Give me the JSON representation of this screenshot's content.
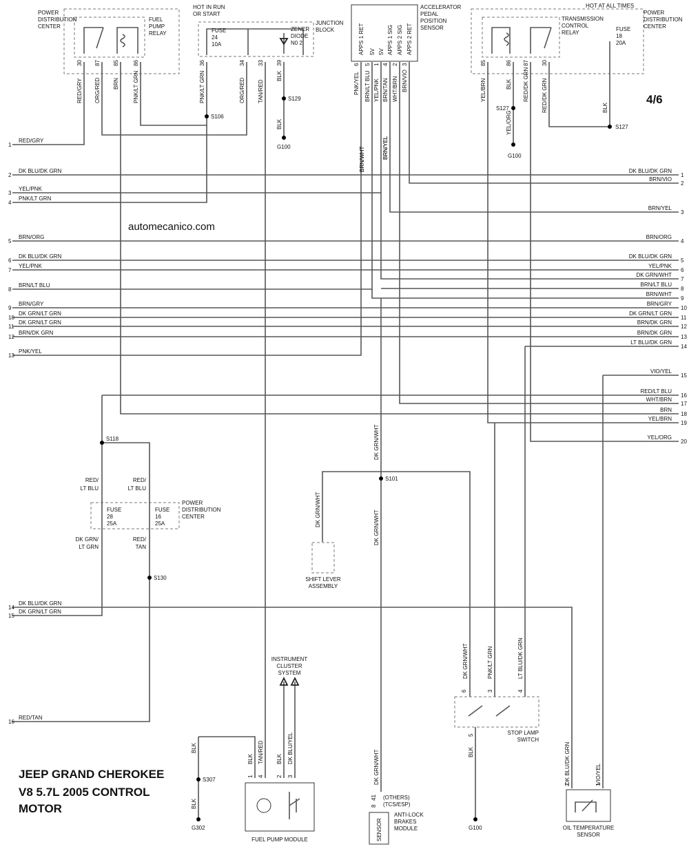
{
  "page_number": "4/6",
  "watermark": "automecanico.com",
  "title_lines": [
    "JEEP GRAND CHEROKEE",
    "V8 5.7L 2005 CONTROL",
    "MOTOR"
  ],
  "components": {
    "pdc_left": [
      "POWER",
      "DISTRIBUTION",
      "CENTER"
    ],
    "fuel_pump_relay": [
      "FUEL",
      "PUMP",
      "RELAY"
    ],
    "hot_run_start": [
      "HOT IN RUN",
      "OR START"
    ],
    "fuse24": [
      "FUSE",
      "24",
      "10A"
    ],
    "zener": [
      "ZENER",
      "DIODE",
      "N0 2"
    ],
    "junction_block": [
      "JUNCTION",
      "BLOCK"
    ],
    "apps": [
      "ACCELERATOR",
      "PEDAL",
      "POSITION",
      "SENSOR"
    ],
    "hot_all_times": "HOT AT ALL TIMES",
    "pdc_right": [
      "POWER",
      "DISTRIBUTION",
      "CENTER"
    ],
    "tcr": [
      "TRANSMISSION",
      "CONTROL",
      "RELAY"
    ],
    "fuse18": [
      "FUSE",
      "18",
      "20A"
    ],
    "fuse28": [
      "FUSE",
      "28",
      "25A"
    ],
    "fuse16": [
      "FUSE",
      "16",
      "25A"
    ],
    "pdc_mid": [
      "POWER",
      "DISTRIBUTION",
      "CENTER"
    ],
    "shift_lever": [
      "SHIFT LEVER",
      "ASSEMBLY"
    ],
    "instrument_cluster": [
      "INSTRUMENT",
      "CLUSTER",
      "SYSTEM"
    ],
    "fuel_pump_module": "FUEL PUMP MODULE",
    "abs": [
      "ANTI-LOCK",
      "BRAKES",
      "MODULE"
    ],
    "abs_pins": [
      "(OTHERS)",
      "(TCS/ESP)"
    ],
    "sensor": "SENSOR",
    "stop_lamp": [
      "STOP LAMP",
      "SWITCH"
    ],
    "oil_temp": [
      "OIL TEMPERATURE",
      "SENSOR"
    ],
    "apps_pins": [
      "APPS 1 RET",
      "5V",
      "5V",
      "APPS 1 SIG",
      "APPS 2 SIG",
      "APPS 2 RET"
    ]
  },
  "splices": [
    "S106",
    "S129",
    "S127",
    "S127",
    "S118",
    "S101",
    "S130",
    "S307"
  ],
  "grounds": [
    "G100",
    "G100",
    "G302",
    "G100"
  ],
  "top_wires": [
    "RED/GRY",
    "ORG/RED",
    "BRN",
    "PNK/LT GRN",
    "PNK/LT GRN",
    "ORG/RED",
    "TAN/RED",
    "BLK",
    "BLK",
    "PNK/YEL",
    "BRN/LT BLU",
    "YEL/PNK",
    "BRN/TAN",
    "WHT/BRN",
    "BRN/VIO",
    "BRN/WHT",
    "BRN/YEL",
    "YEL/BRN",
    "BLK",
    "YEL/ORG",
    "RED/DK GRN",
    "RED/DK GRN",
    "BLK"
  ],
  "top_pins": [
    "30",
    "87",
    "85",
    "86",
    "36",
    "34",
    "33",
    "39",
    "6",
    "5",
    "1",
    "4",
    "2",
    "3",
    "85",
    "86",
    "87",
    "30"
  ],
  "left_connector": [
    {
      "pin": "1",
      "wire": "RED/GRY"
    },
    {
      "pin": "2",
      "wire": "DK BLU/DK GRN"
    },
    {
      "pin": "3",
      "wire": "YEL/PNK"
    },
    {
      "pin": "4",
      "wire": "PNK/LT GRN"
    },
    {
      "pin": "5",
      "wire": "BRN/ORG"
    },
    {
      "pin": "6",
      "wire": "DK BLU/DK GRN"
    },
    {
      "pin": "7",
      "wire": "YEL/PNK"
    },
    {
      "pin": "8",
      "wire": "BRN/LT BLU"
    },
    {
      "pin": "9",
      "wire": "BRN/GRY"
    },
    {
      "pin": "10",
      "wire": "DK GRN/LT GRN"
    },
    {
      "pin": "11",
      "wire": "DK GRN/LT GRN"
    },
    {
      "pin": "12",
      "wire": "BRN/DK GRN"
    },
    {
      "pin": "13",
      "wire": "PNK/YEL"
    },
    {
      "pin": "14",
      "wire": "DK BLU/DK GRN"
    },
    {
      "pin": "15",
      "wire": "DK GRN/LT GRN"
    },
    {
      "pin": "16",
      "wire": "RED/TAN"
    }
  ],
  "right_connector": [
    {
      "pin": "1",
      "wire": "DK BLU/DK GRN"
    },
    {
      "pin": "2",
      "wire": "BRN/VIO"
    },
    {
      "pin": "3",
      "wire": "BRN/YEL"
    },
    {
      "pin": "4",
      "wire": "BRN/ORG"
    },
    {
      "pin": "5",
      "wire": "DK BLU/DK GRN"
    },
    {
      "pin": "6",
      "wire": "YEL/PNK"
    },
    {
      "pin": "7",
      "wire": "DK GRN/WHT"
    },
    {
      "pin": "8",
      "wire": "BRN/LT BLU"
    },
    {
      "pin": "9",
      "wire": "BRN/WHT"
    },
    {
      "pin": "10",
      "wire": "BRN/GRY"
    },
    {
      "pin": "11",
      "wire": "DK GRN/LT GRN"
    },
    {
      "pin": "12",
      "wire": "BRN/DK GRN"
    },
    {
      "pin": "13",
      "wire": "BRN/DK GRN"
    },
    {
      "pin": "14",
      "wire": "LT BLU/DK GRN"
    },
    {
      "pin": "15",
      "wire": "VIO/YEL"
    },
    {
      "pin": "16",
      "wire": "RED/LT BLU"
    },
    {
      "pin": "17",
      "wire": "WHT/BRN"
    },
    {
      "pin": "18",
      "wire": "BRN"
    },
    {
      "pin": "19",
      "wire": "YEL/BRN"
    },
    {
      "pin": "20",
      "wire": "YEL/ORG"
    }
  ],
  "mid_wires": [
    "BRN/WHT",
    "BRN/YEL",
    "DK GRN/WHT",
    "DK GRN/WHT",
    "DK GRN/WHT",
    "DK GRN/WHT",
    "RED/",
    "LT BLU",
    "RED/",
    "LT BLU",
    "DK GRN/",
    "LT GRN",
    "RED/",
    "TAN"
  ],
  "bottom_wires": [
    "BLK",
    "BLK",
    "BLK",
    "TAN/RED",
    "BLK",
    "DK BLU/YEL",
    "DK GRN/WHT",
    "PNK/LT GRN",
    "LT BLU/DK GRN",
    "BLK",
    "DK BLU/DK GRN",
    "VIO/YEL"
  ],
  "bottom_pins": [
    "1",
    "4",
    "2",
    "3",
    "41",
    "8",
    "6",
    "3",
    "4",
    "5",
    "2",
    "1"
  ]
}
